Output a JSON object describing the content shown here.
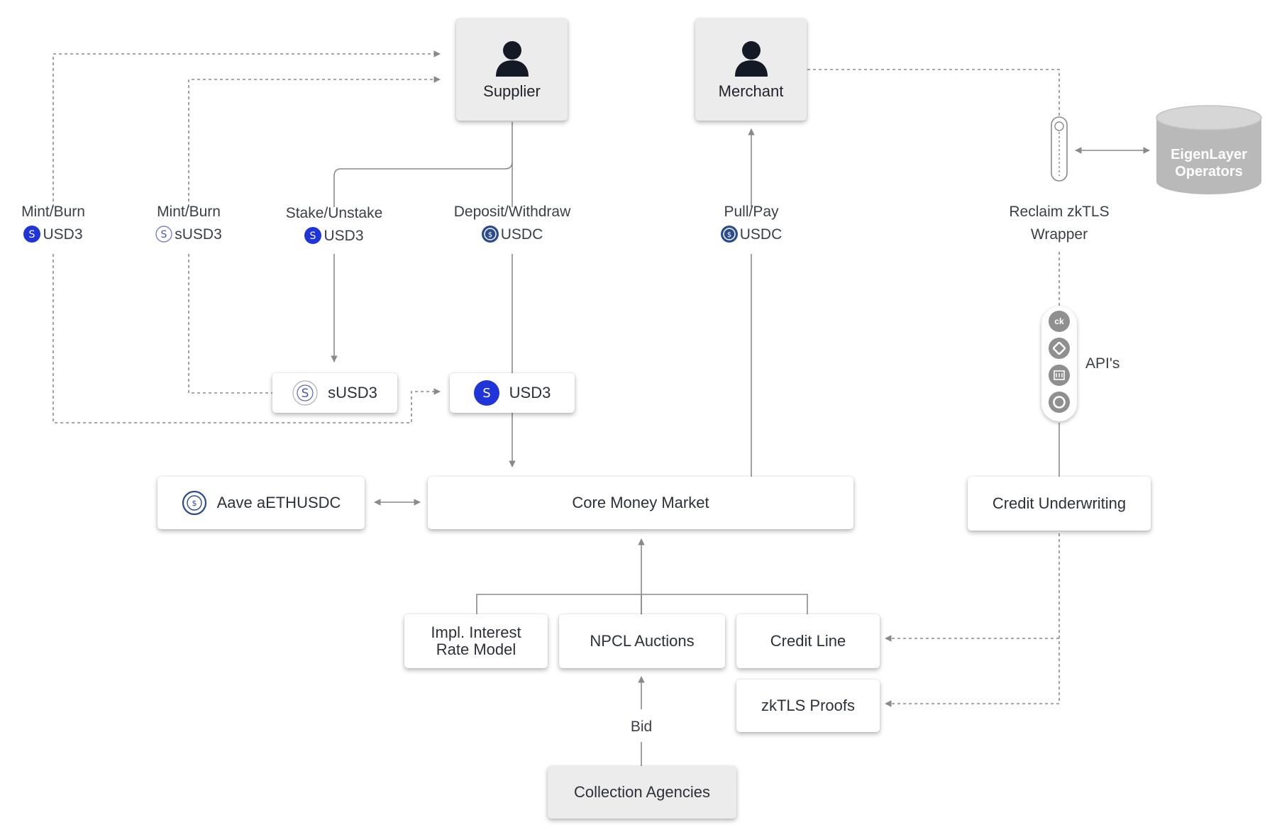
{
  "actors": {
    "supplier": "Supplier",
    "merchant": "Merchant",
    "collection_agencies": "Collection Agencies"
  },
  "boxes": {
    "susd3": "sUSD3",
    "usd3": "USD3",
    "aave": "Aave aETHUSDC",
    "core_money_market": "Core Money Market",
    "credit_underwriting": "Credit Underwriting",
    "impl_interest": [
      "Impl. Interest",
      "Rate Model"
    ],
    "npcl_auctions": "NPCL Auctions",
    "credit_line": "Credit Line",
    "zktls_proofs": "zkTLS Proofs"
  },
  "flow_labels": {
    "mint_burn_usd3": {
      "action": "Mint/Burn",
      "token": "USD3"
    },
    "mint_burn_susd3": {
      "action": "Mint/Burn",
      "token": "sUSD3"
    },
    "stake_unstake": {
      "action": "Stake/Unstake",
      "token": "USD3"
    },
    "deposit_withdraw": {
      "action": "Deposit/Withdraw",
      "token": "USDC"
    },
    "pull_pay": {
      "action": "Pull/Pay",
      "token": "USDC"
    },
    "reclaim": [
      "Reclaim zkTLS",
      "Wrapper"
    ],
    "apis": "API's",
    "bid": "Bid"
  },
  "eigenlayer": [
    "EigenLayer",
    "Operators"
  ],
  "api_icons": [
    "ck",
    "chase-icon",
    "bank-icon",
    "coinbase-icon"
  ],
  "colors": {
    "usd3_blue": "#1f35d9",
    "usdc_navy": "#2a4c8f",
    "arrow_grey": "#8a8a8a",
    "db_grey": "#b9b9b9"
  }
}
